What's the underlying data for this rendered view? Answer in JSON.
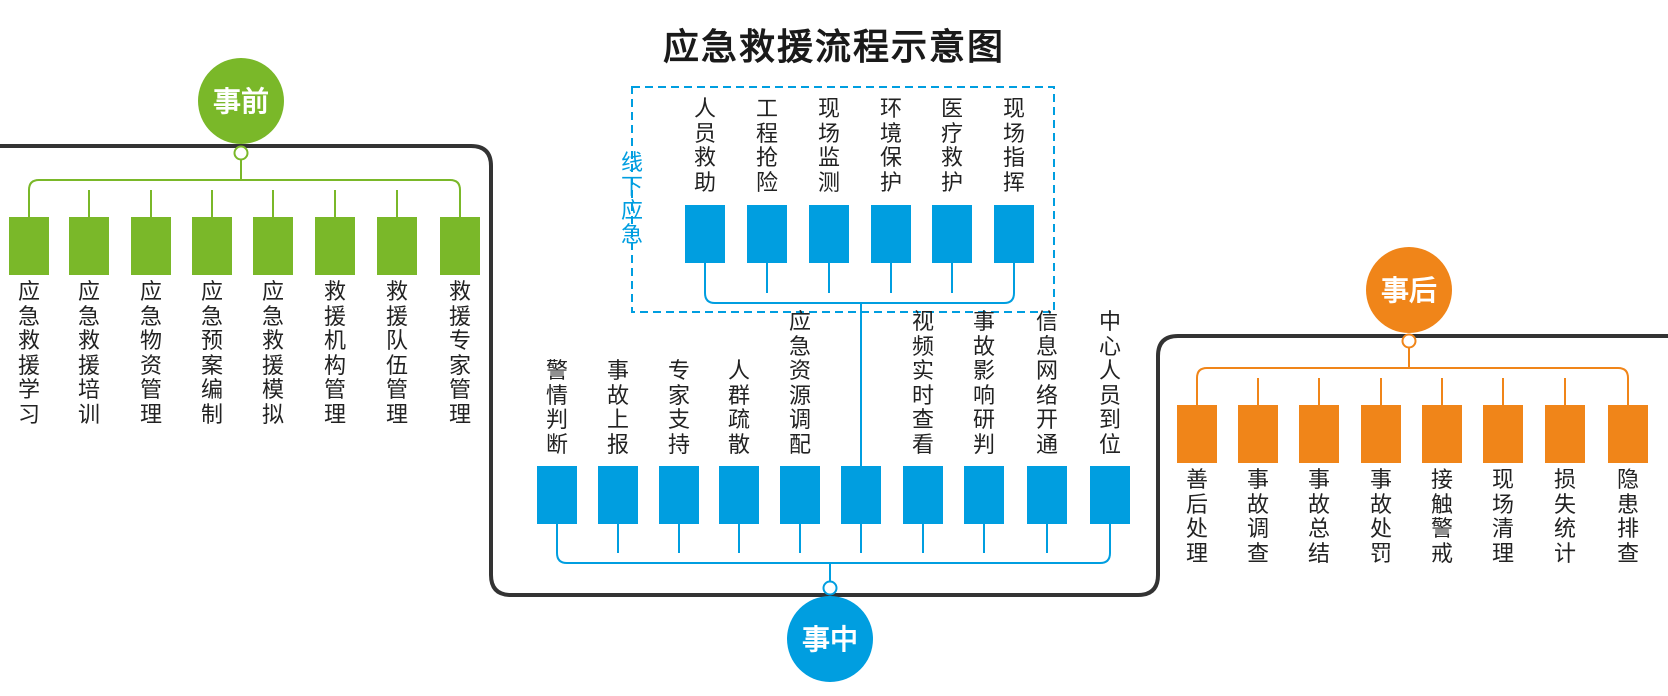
{
  "title": "应急救援流程示意图",
  "colors": {
    "before": "#7ab829",
    "during": "#009ee0",
    "after": "#f08519",
    "frame": "#333333",
    "text": "#222222"
  },
  "phases": {
    "before": {
      "label": "事前",
      "items": [
        "应急救援学习",
        "应急救援培训",
        "应急物资管理",
        "应急预案编制",
        "应急救援模拟",
        "救援机构管理",
        "救援队伍管理",
        "救援专家管理"
      ]
    },
    "during": {
      "label": "事中",
      "offline": {
        "label": "线下应急",
        "items": [
          "人员救助",
          "工程抢险",
          "现场监测",
          "环境保护",
          "医疗救护",
          "现场指挥"
        ]
      },
      "items": [
        "警情判断",
        "事故上报",
        "专家支持",
        "人群疏散",
        "应急资源调配",
        "",
        "视频实时查看",
        "事故影响研判",
        "信息网络开通",
        "中心人员到位"
      ]
    },
    "after": {
      "label": "事后",
      "items": [
        "善后处理",
        "事故调查",
        "事故总结",
        "事故处罚",
        "接触警戒",
        "现场清理",
        "损失统计",
        "隐患排查"
      ]
    }
  }
}
